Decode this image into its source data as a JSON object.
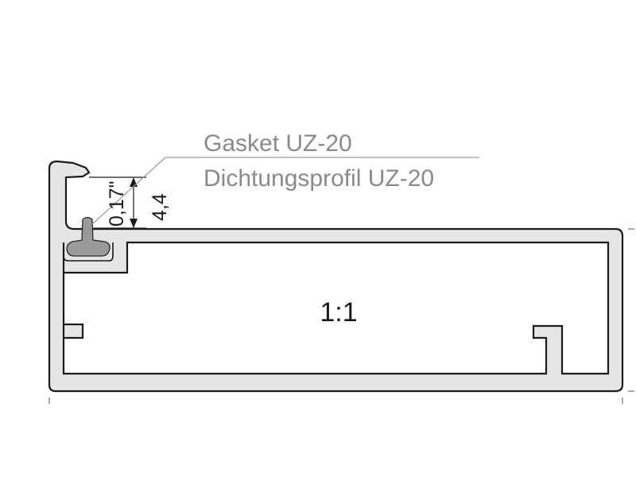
{
  "labels": {
    "gasket_en": "Gasket UZ-20",
    "gasket_de": "Dichtungsprofil UZ-20",
    "dim_inch": "0,17\"",
    "dim_mm": "4,4",
    "scale": "1:1"
  },
  "colors": {
    "profile_fill": "#e6e6e6",
    "outline": "#1a1a1a",
    "gasket_fill": "#9a9a9a",
    "label_text": "#8a8a8a",
    "leader_line": "#9a9a9a",
    "dimension_text": "#1a1a1a"
  }
}
